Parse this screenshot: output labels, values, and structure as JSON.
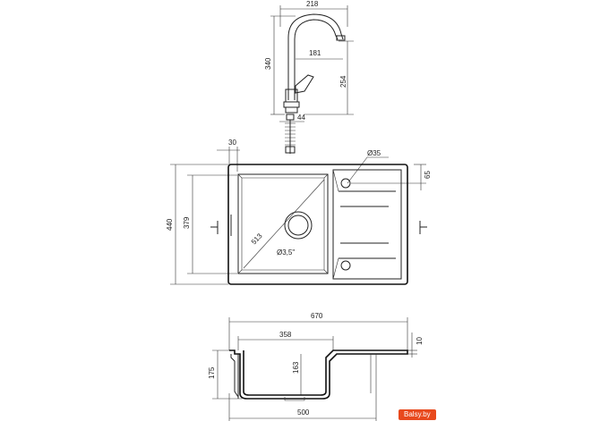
{
  "faucet": {
    "width_label": "218",
    "height_label": "340",
    "reach_label": "181",
    "spout_height_label": "254",
    "base_label": "44"
  },
  "plan": {
    "rim_label": "30",
    "hole_label": "Ø35",
    "edge_label": "65",
    "depth_label": "440",
    "inner_depth_label": "379",
    "diagonal_label": "513",
    "drain_label": "Ø3,5\""
  },
  "section": {
    "total_width_label": "670",
    "bowl_width_label": "358",
    "thickness_label": "10",
    "height_label": "175",
    "bowl_depth_label": "163",
    "base_width_label": "500"
  },
  "watermark": {
    "text": "Balsy.by"
  }
}
